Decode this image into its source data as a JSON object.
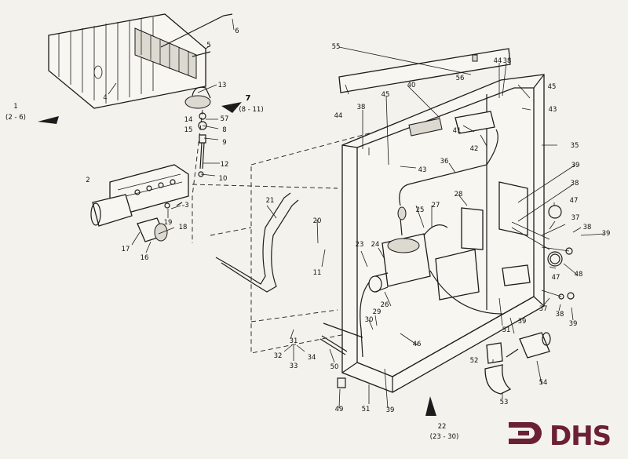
{
  "logo": {
    "text": "DHS",
    "color": "#6b2035"
  },
  "callouts": [
    {
      "label": "1"
    },
    {
      "label": "(2 - 6)"
    },
    {
      "label": "2"
    },
    {
      "label": "3"
    },
    {
      "label": "4"
    },
    {
      "label": "5"
    },
    {
      "label": "6"
    },
    {
      "label": "7"
    },
    {
      "label": "(8 - 11)"
    },
    {
      "label": "8"
    },
    {
      "label": "9"
    },
    {
      "label": "10"
    },
    {
      "label": "11"
    },
    {
      "label": "12"
    },
    {
      "label": "13"
    },
    {
      "label": "14"
    },
    {
      "label": "15"
    },
    {
      "label": "16"
    },
    {
      "label": "17"
    },
    {
      "label": "18"
    },
    {
      "label": "19"
    },
    {
      "label": "20"
    },
    {
      "label": "21"
    },
    {
      "label": "22"
    },
    {
      "label": "(23 - 30)"
    },
    {
      "label": "23"
    },
    {
      "label": "24"
    },
    {
      "label": "25"
    },
    {
      "label": "26"
    },
    {
      "label": "27"
    },
    {
      "label": "28"
    },
    {
      "label": "29"
    },
    {
      "label": "30"
    },
    {
      "label": "31"
    },
    {
      "label": "32"
    },
    {
      "label": "33"
    },
    {
      "label": "34"
    },
    {
      "label": "35"
    },
    {
      "label": "36"
    },
    {
      "label": "37"
    },
    {
      "label": "37"
    },
    {
      "label": "38"
    },
    {
      "label": "38"
    },
    {
      "label": "38"
    },
    {
      "label": "38"
    },
    {
      "label": "38"
    },
    {
      "label": "39"
    },
    {
      "label": "39"
    },
    {
      "label": "39"
    },
    {
      "label": "39"
    },
    {
      "label": "39"
    },
    {
      "label": "40"
    },
    {
      "label": "41"
    },
    {
      "label": "42"
    },
    {
      "label": "43"
    },
    {
      "label": "43"
    },
    {
      "label": "44"
    },
    {
      "label": "44"
    },
    {
      "label": "45"
    },
    {
      "label": "45"
    },
    {
      "label": "46"
    },
    {
      "label": "47"
    },
    {
      "label": "47"
    },
    {
      "label": "48"
    },
    {
      "label": "49"
    },
    {
      "label": "50"
    },
    {
      "label": "51"
    },
    {
      "label": "51"
    },
    {
      "label": "52"
    },
    {
      "label": "53"
    },
    {
      "label": "54"
    },
    {
      "label": "55"
    },
    {
      "label": "56"
    },
    {
      "label": "57"
    }
  ]
}
